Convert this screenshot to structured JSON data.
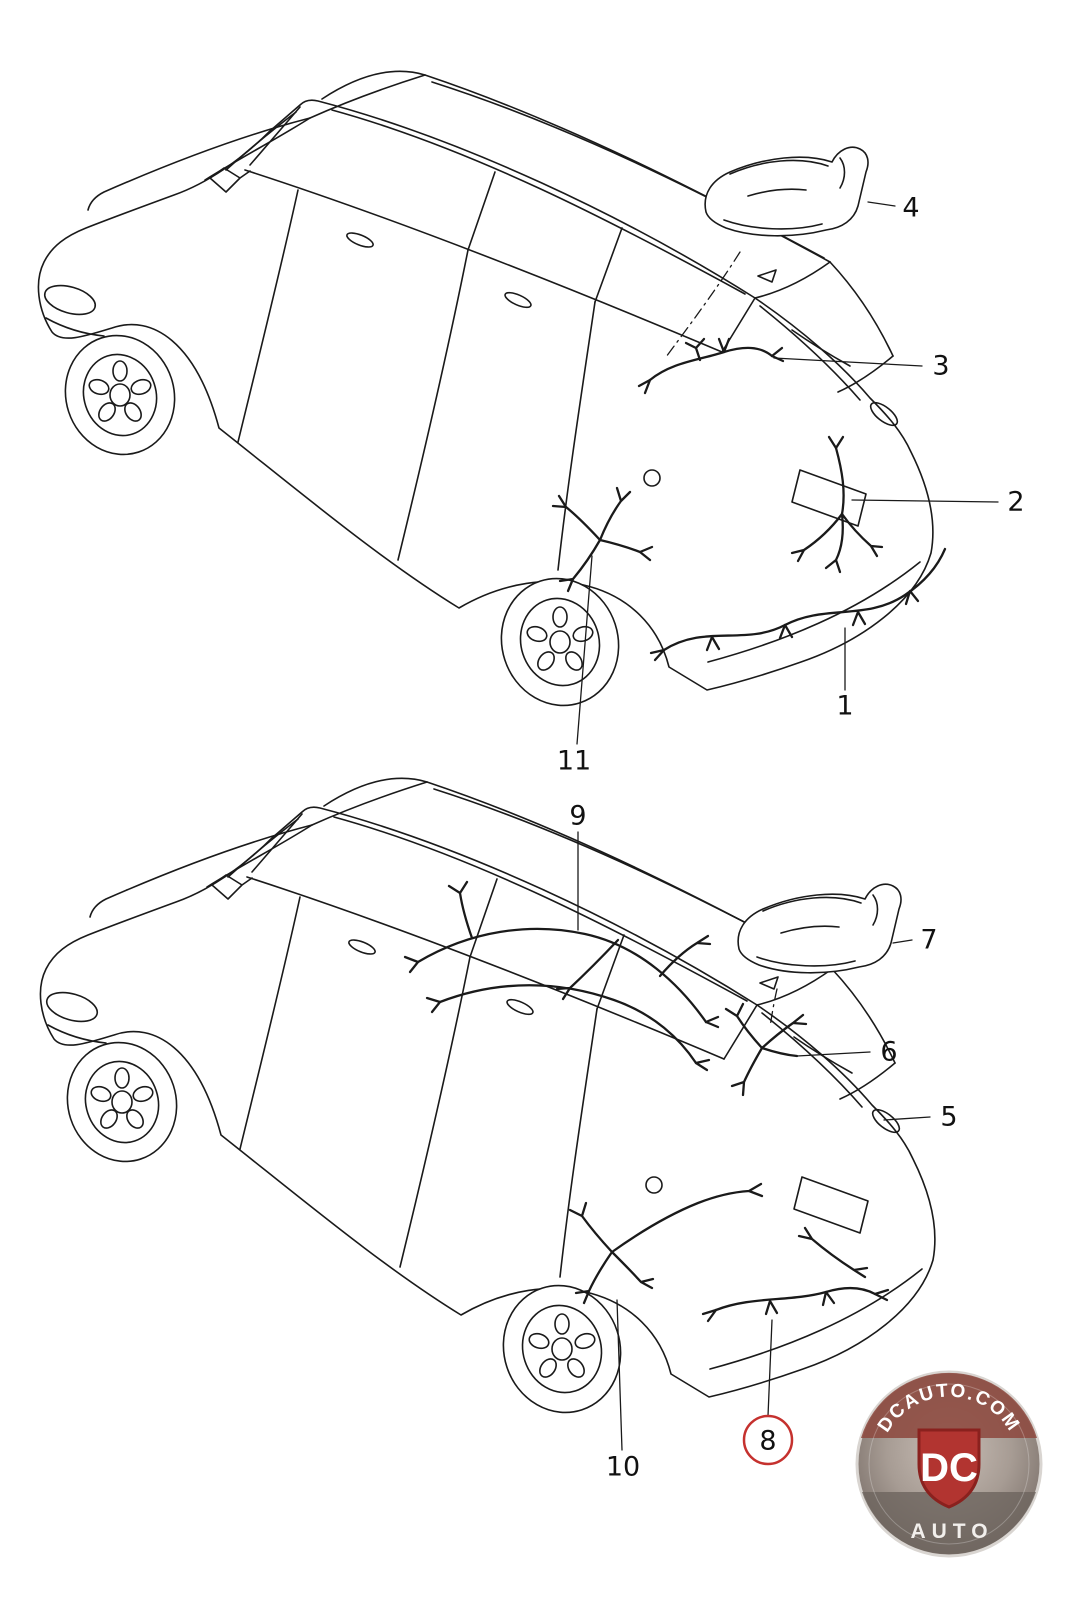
{
  "diagram": {
    "kind": "vehicle wiring-harness exploded parts diagram",
    "vehicle_views": 2
  },
  "callouts": {
    "upper": [
      {
        "label": "4"
      },
      {
        "label": "3"
      },
      {
        "label": "2"
      },
      {
        "label": "1"
      },
      {
        "label": "11"
      }
    ],
    "lower": [
      {
        "label": "9"
      },
      {
        "label": "7"
      },
      {
        "label": "6"
      },
      {
        "label": "5"
      },
      {
        "label": "8",
        "highlighted": true
      },
      {
        "label": "10"
      }
    ]
  },
  "watermark": {
    "site": "DCAUTO.COM",
    "brand": "DC",
    "brand_sub": "AUTO"
  },
  "colors": {
    "line": "#1a1a1a",
    "highlight_circle": "#c5312e",
    "badge_red": "#b23430",
    "background": "#ffffff"
  }
}
